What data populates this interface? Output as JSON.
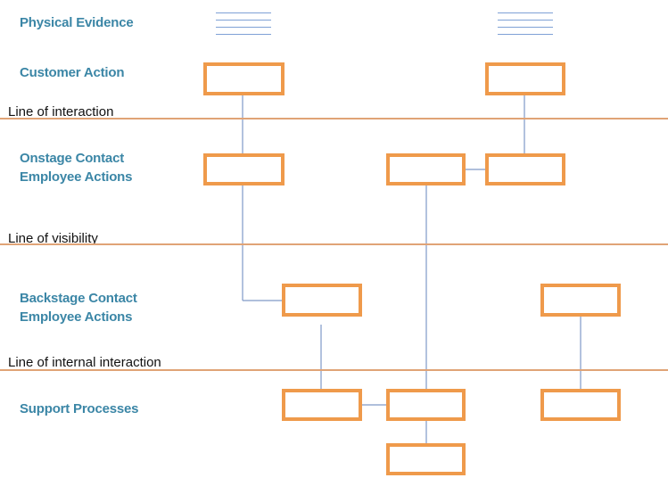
{
  "diagram": {
    "rows": {
      "physical_evidence": "Physical Evidence",
      "customer_action": "Customer Action",
      "onstage_line1": "Onstage Contact",
      "onstage_line2": "Employee Actions",
      "backstage_line1": "Backstage Contact",
      "backstage_line2": "Employee Actions",
      "support_processes": "Support Processes"
    },
    "lines": {
      "interaction": "Line of interaction",
      "visibility": "Line of visibility",
      "internal_interaction": "Line of internal interaction"
    },
    "colors": {
      "row_label": "#3b86a6",
      "box_border": "#ef9a4b",
      "divider": "#e0a376",
      "connector": "#7f99c8",
      "evidence_lines": "#7fa1d6"
    }
  }
}
